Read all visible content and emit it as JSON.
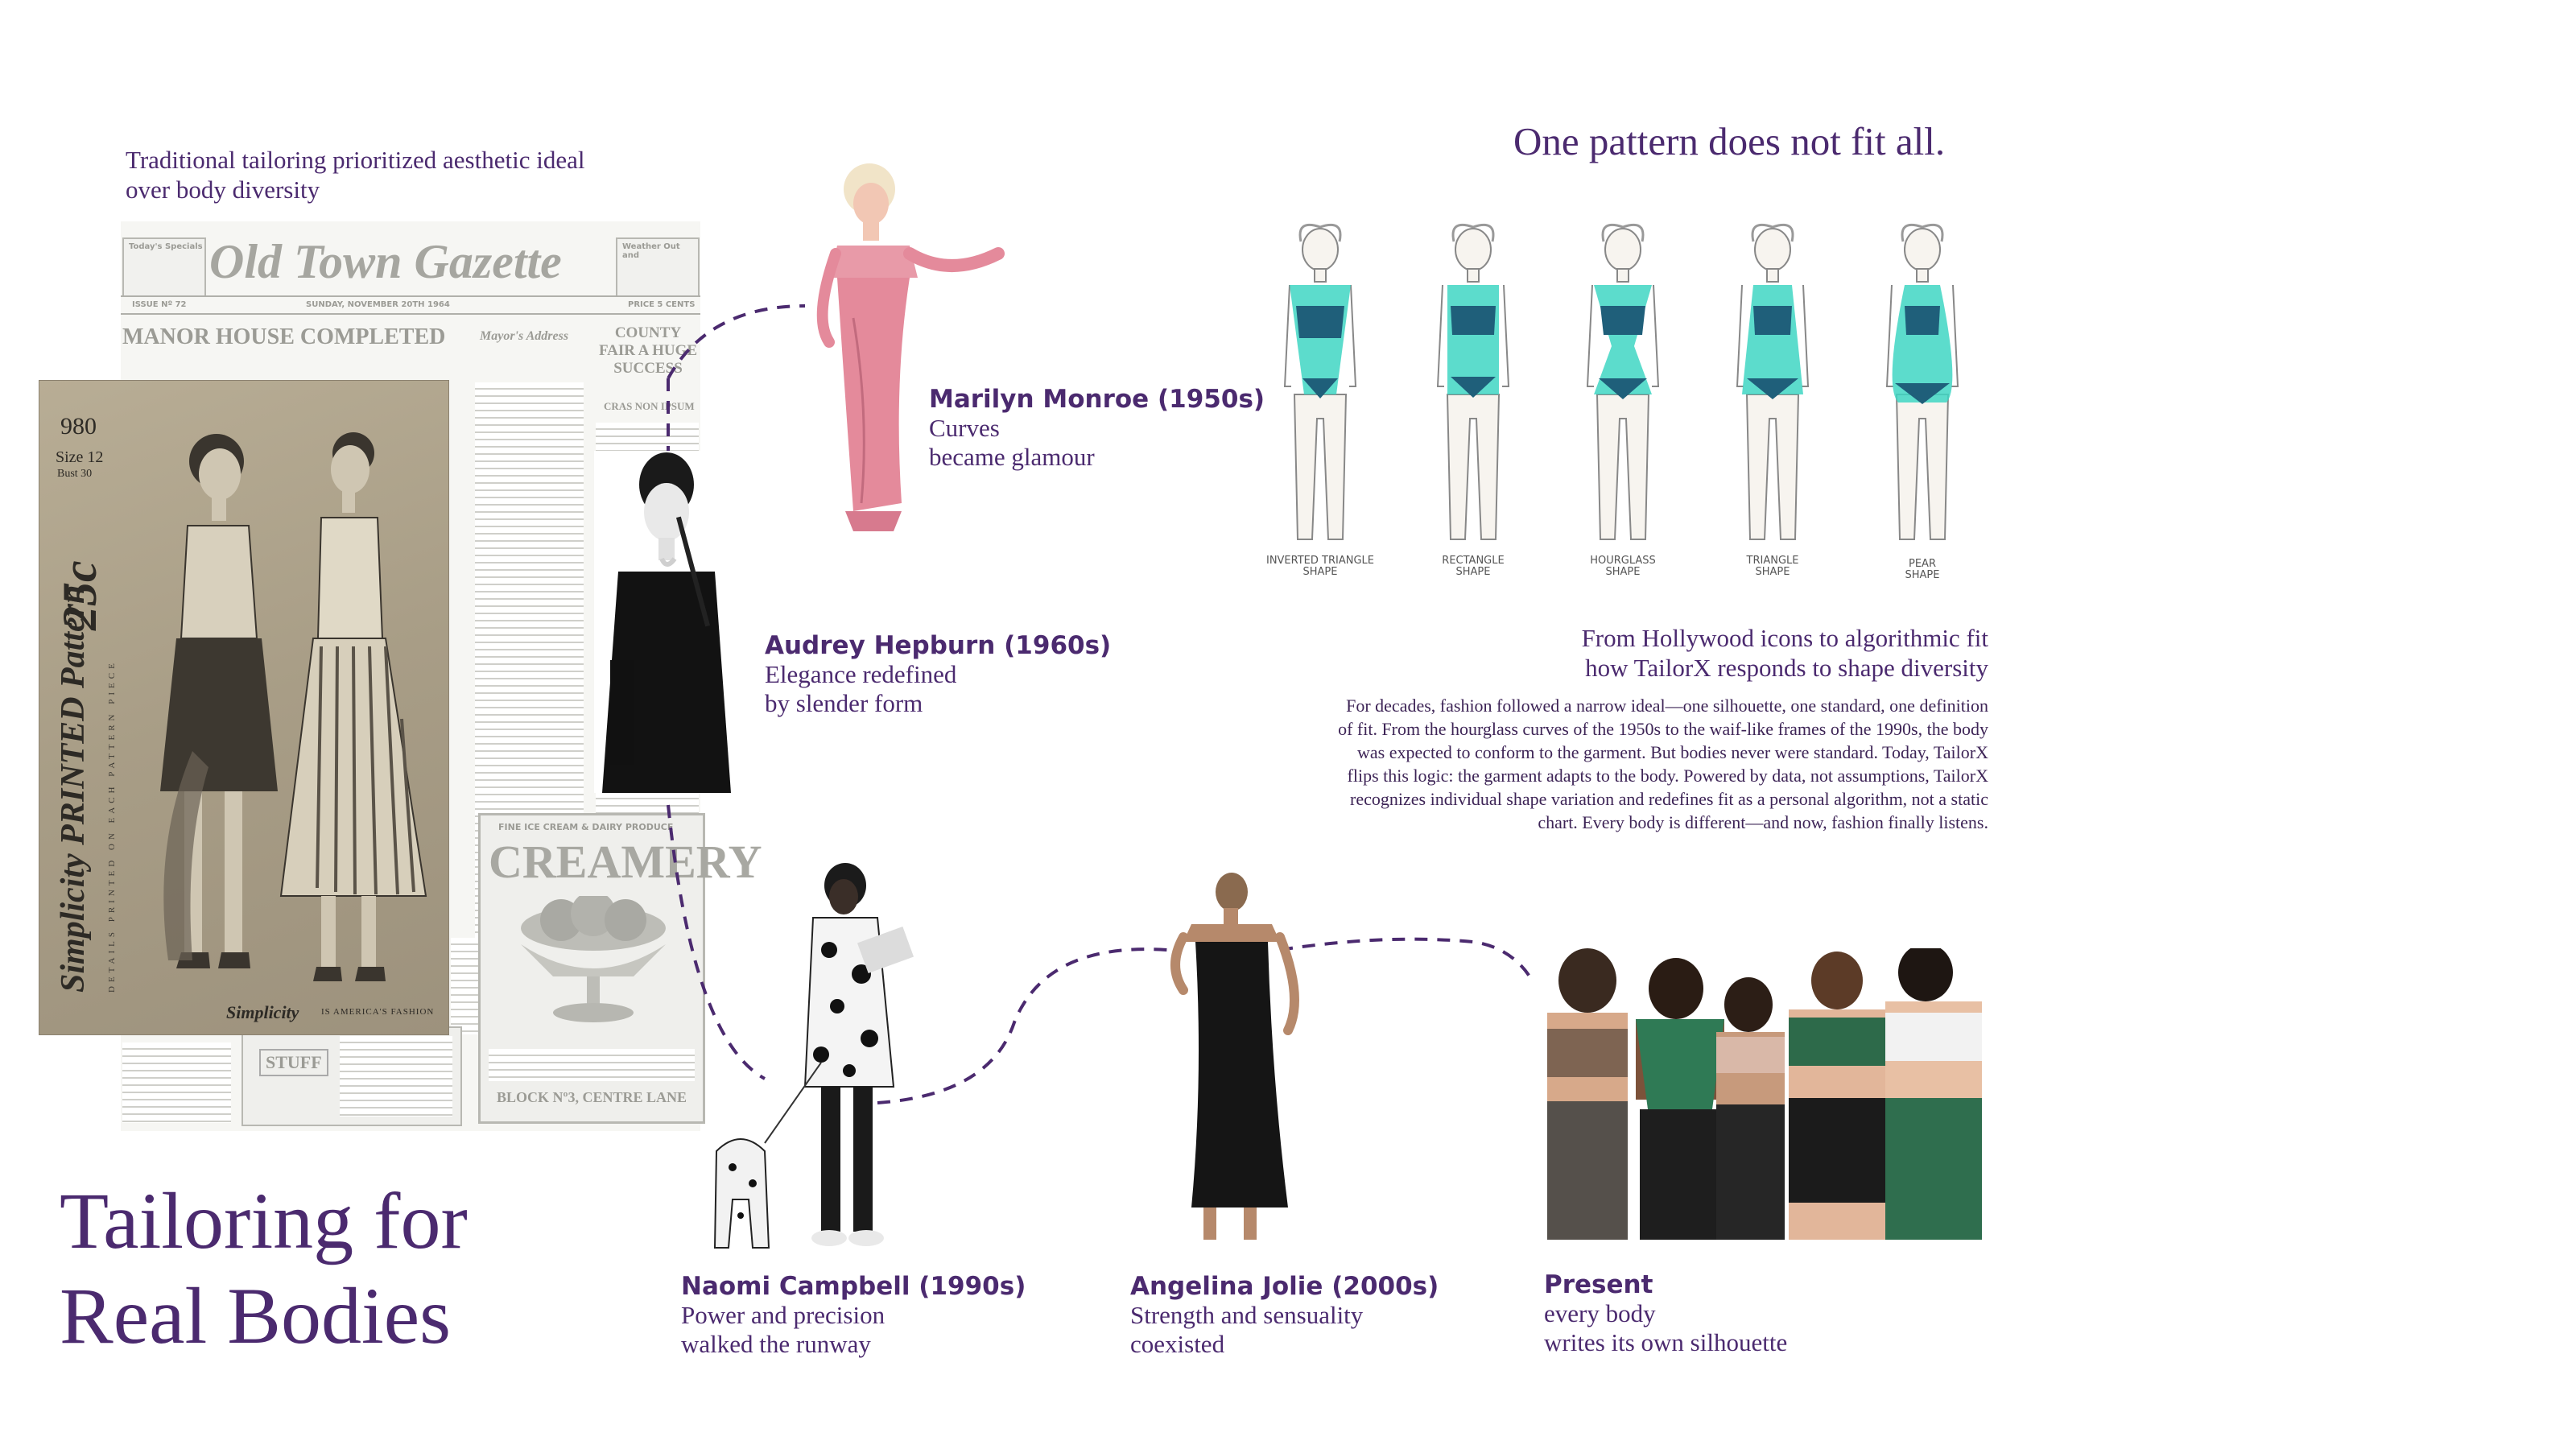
{
  "intro": {
    "line1": "Traditional tailoring prioritized aesthetic ideal",
    "line2": "over body diversity"
  },
  "headline": "One pattern does not fit all.",
  "newspaper": {
    "masthead": "Old Town Gazette",
    "issue": "ISSUE Nº 72",
    "date": "SUNDAY, NOVEMBER 20TH 1964",
    "price": "PRICE 5 CENTS",
    "left_box_title": "Today's Specials",
    "right_box_title": "Weather Out and",
    "headline_manor": "MANOR HOUSE COMPLETED",
    "mayor": "Mayor's Address",
    "county": "COUNTY FAIR A HUGE SUCCESS",
    "cras": "CRAS NON IPSUM",
    "creamery_top": "FINE ICE CREAM & DAIRY PRODUCE",
    "creamery": "CREAMERY",
    "block": "BLOCK Nº3, CENTRE LANE",
    "stuff": "STUFF"
  },
  "pattern_card": {
    "number": "980",
    "size": "Size 12",
    "bust": "Bust 30",
    "price": "25c",
    "brand_vertical": "Simplicity PRINTED Pattern",
    "footer_brand": "Simplicity",
    "footer_tag": "IS AMERICA'S FASHION",
    "side_text": "DETAILS PRINTED ON EACH PATTERN PIECE"
  },
  "timeline": {
    "monroe": {
      "name": "Marilyn Monroe (1950s)",
      "desc1": "Curves",
      "desc2": "became glamour"
    },
    "hepburn": {
      "name": "Audrey Hepburn (1960s)",
      "desc1": "Elegance redefined",
      "desc2": "by slender form"
    },
    "campbell": {
      "name": "Naomi Campbell (1990s)",
      "desc1": "Power and precision",
      "desc2": "walked the runway"
    },
    "jolie": {
      "name": "Angelina Jolie (2000s)",
      "desc1": "Strength and sensuality",
      "desc2": "coexisted"
    },
    "present": {
      "name": "Present",
      "desc1": "every body",
      "desc2": "writes its own silhouette"
    }
  },
  "shapes": [
    {
      "line1": "INVERTED TRIANGLE",
      "line2": "SHAPE"
    },
    {
      "line1": "RECTANGLE",
      "line2": "SHAPE"
    },
    {
      "line1": "HOURGLASS",
      "line2": "SHAPE"
    },
    {
      "line1": "TRIANGLE",
      "line2": "SHAPE"
    },
    {
      "line1": "PEAR",
      "line2": "SHAPE"
    }
  ],
  "subtitle": {
    "line1": "From Hollywood icons to algorithmic fit",
    "line2": "how TailorX responds to shape diversity"
  },
  "paragraph": [
    "For decades, fashion followed a narrow ideal—one silhouette, one standard, one definition",
    "of fit. From the hourglass curves of the 1950s to the waif-like frames of the 1990s, the body",
    "was expected to conform to the garment. But bodies never were standard. Today, TailorX",
    "flips this logic: the garment adapts to the body. Powered by data, not assumptions, TailorX",
    "recognizes individual shape variation and redefines fit as a personal algorithm, not a static",
    "chart. Every body is different—and now, fashion finally listens."
  ],
  "title": {
    "line1": "Tailoring for",
    "line2": "Real Bodies"
  },
  "colors": {
    "accent": "#4b2a6f",
    "swimsuit": "#1f5f7a",
    "skin_mask": "#3fd6c3",
    "path": "#4b2a6f"
  }
}
